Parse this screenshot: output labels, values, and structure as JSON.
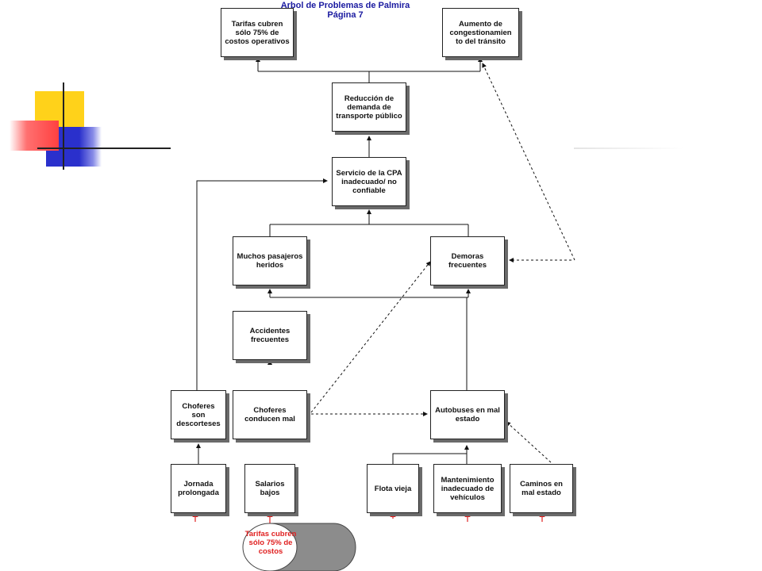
{
  "title": {
    "line1": "Arbol de Problemas de Palmira",
    "line2": "Página 7"
  },
  "boxes": {
    "tarifas_top": "Tarifas cubren sólo 75% de costos operativos",
    "congestion": "Aumento de congestionamien to del tránsito",
    "reduccion": "Reducción de demanda de transporte público",
    "servicio": "Servicio de la CPA inadecuado/ no confiable",
    "heridos": "Muchos pasajeros heridos",
    "demoras": "Demoras frecuentes",
    "accidentes": "Accidentes frecuentes",
    "descorteses": "Choferes son descorteses",
    "conducen_mal": "Choferes conducen mal",
    "autobuses": "Autobuses en mal estado",
    "jornada": "Jornada prolongada",
    "salarios": "Salarios bajos",
    "flota": "Flota vieja",
    "mantenimiento": "Mantenimiento inadecuado de vehículos",
    "caminos": "Caminos en mal estado"
  },
  "red_label": "Tarifas cubren sólo 75% de costos",
  "colors": {
    "title": "#1a1aa0",
    "red": "#e02020",
    "deco_yellow": "#ffd21a",
    "deco_red": "#ff4040",
    "deco_blue": "#2a30cc"
  }
}
